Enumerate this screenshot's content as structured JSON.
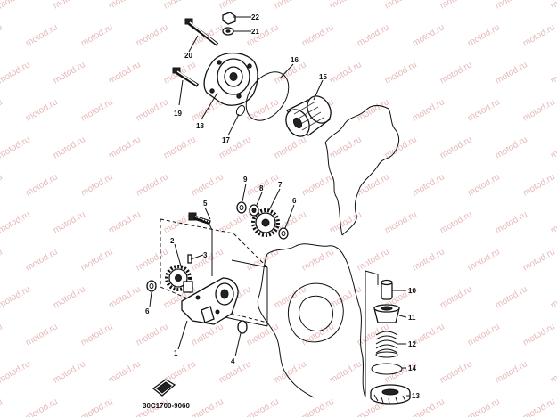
{
  "diagram": {
    "watermark_text": "motod.ru",
    "drawing_code": "30C1700-9060",
    "callouts": [
      {
        "id": "1",
        "label": "1"
      },
      {
        "id": "2",
        "label": "2"
      },
      {
        "id": "3",
        "label": "3"
      },
      {
        "id": "4",
        "label": "4"
      },
      {
        "id": "5",
        "label": "5"
      },
      {
        "id": "6",
        "label": "6"
      },
      {
        "id": "7",
        "label": "7"
      },
      {
        "id": "8",
        "label": "8"
      },
      {
        "id": "9",
        "label": "9"
      },
      {
        "id": "10",
        "label": "10"
      },
      {
        "id": "11",
        "label": "11"
      },
      {
        "id": "12",
        "label": "12"
      },
      {
        "id": "13",
        "label": "13"
      },
      {
        "id": "14",
        "label": "14"
      },
      {
        "id": "15",
        "label": "15"
      },
      {
        "id": "16",
        "label": "16"
      },
      {
        "id": "17",
        "label": "17"
      },
      {
        "id": "18",
        "label": "18"
      },
      {
        "id": "19",
        "label": "19"
      },
      {
        "id": "20",
        "label": "20"
      },
      {
        "id": "21",
        "label": "21"
      },
      {
        "id": "22",
        "label": "22"
      }
    ]
  }
}
